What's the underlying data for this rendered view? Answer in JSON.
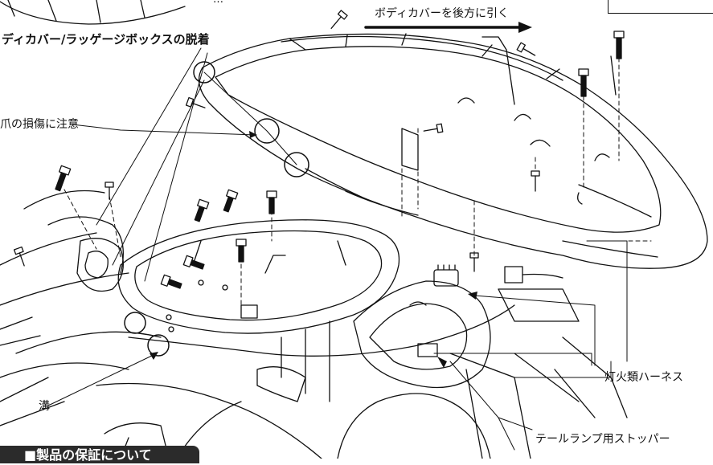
{
  "title": "ディカバー/ラッゲージボックスの脱着",
  "callouts": {
    "pull_back": "ボディカバーを後方に引く",
    "claw_damage": "爪の損傷に注意",
    "groove": "溝",
    "harness": "灯火類ハーネス",
    "stopper": "テールランプ用ストッパー"
  },
  "top_fragment": "…",
  "section_tab": "■製品の保証について",
  "colors": {
    "ink": "#111111",
    "tab": "#2b2b2b",
    "paper": "#ffffff"
  }
}
